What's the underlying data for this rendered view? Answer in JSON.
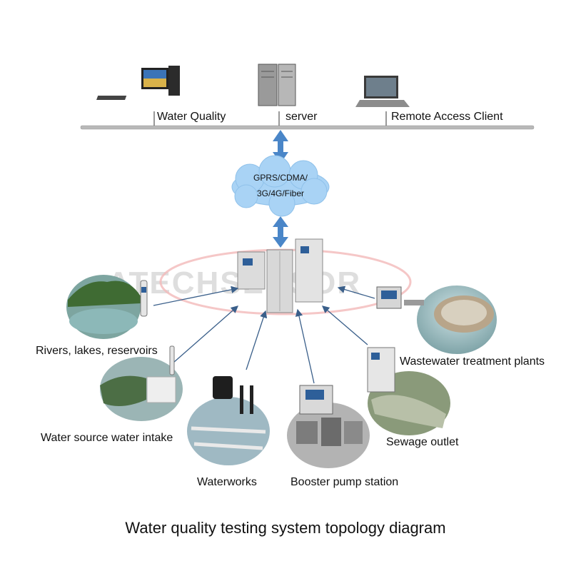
{
  "diagram": {
    "title": "Water quality testing system topology diagram",
    "watermark": "ATECHSENSOR",
    "network": {
      "line1": "GPRS/CDMA/",
      "line2": "3G/4G/Fiber"
    },
    "top_nodes": [
      {
        "label": "Water Quality",
        "icon": "desktop-computer-icon"
      },
      {
        "label": "server",
        "icon": "server-tower-icon"
      },
      {
        "label": "Remote Access Client",
        "icon": "laptop-icon"
      }
    ],
    "sites": [
      {
        "label": "Rivers, lakes, reservoirs"
      },
      {
        "label": "Water source water intake"
      },
      {
        "label": "Waterworks"
      },
      {
        "label": "Booster pump station"
      },
      {
        "label": "Sewage outlet"
      },
      {
        "label": "Wastewater treatment plants"
      }
    ],
    "colors": {
      "arrow_blue": "#4a86c8",
      "connector": "#3a5f8a",
      "cloud": "#a9d3f5",
      "bus": "#b5b5b5"
    }
  }
}
